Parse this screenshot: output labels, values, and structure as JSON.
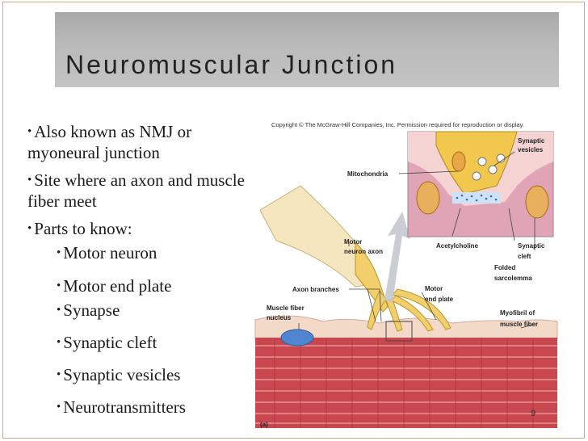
{
  "slide": {
    "title": "Neuromuscular Junction",
    "page_number": "9"
  },
  "bullets": [
    {
      "text": "Also known as NMJ or myoneural junction"
    },
    {
      "text": "Site where an axon and muscle fiber meet"
    },
    {
      "text": "Parts to know:"
    }
  ],
  "sub_bullets": [
    {
      "text": "Motor neuron"
    },
    {
      "text": "Motor end plate"
    },
    {
      "text": "Synapse"
    },
    {
      "text": "Synaptic cleft"
    },
    {
      "text": "Synaptic vesicles"
    },
    {
      "text": "Neurotransmitters"
    }
  ],
  "figure": {
    "copyright": "Copyright © The McGraw-Hill Companies, Inc. Permission required for reproduction or display.",
    "panel_label": "(a)",
    "labels": {
      "synaptic_vesicles_1": "Synaptic",
      "synaptic_vesicles_2": "vesicles",
      "mitochondria": "Mitochondria",
      "motor_neuron_axon_1": "Motor",
      "motor_neuron_axon_2": "neuron axon",
      "acetylcholine": "Acetylcholine",
      "synaptic_cleft_1": "Synaptic",
      "synaptic_cleft_2": "cleft",
      "folded_sarcolemma_1": "Folded",
      "folded_sarcolemma_2": "sarcolemma",
      "axon_branches": "Axon branches",
      "motor_end_plate_1": "Motor",
      "motor_end_plate_2": "end plate",
      "muscle_fiber_nucleus_1": "Muscle fiber",
      "muscle_fiber_nucleus_2": "nucleus",
      "myofibril_1": "Myofibril of",
      "myofibril_2": "muscle fiber"
    }
  }
}
